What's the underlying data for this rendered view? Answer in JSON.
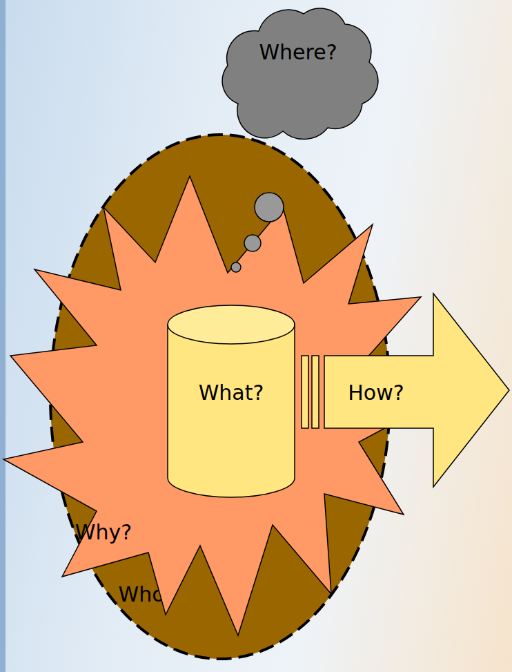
{
  "diagram": {
    "nodes": [
      {
        "text": [
          "Where?"
        ]
      },
      {
        "text": [
          "Who?"
        ]
      },
      {
        "text": [
          "Why?"
        ]
      },
      {
        "text": [
          "What?"
        ],
        "in": 2
      },
      {
        "text": [
          "How?"
        ]
      }
    ]
  }
}
